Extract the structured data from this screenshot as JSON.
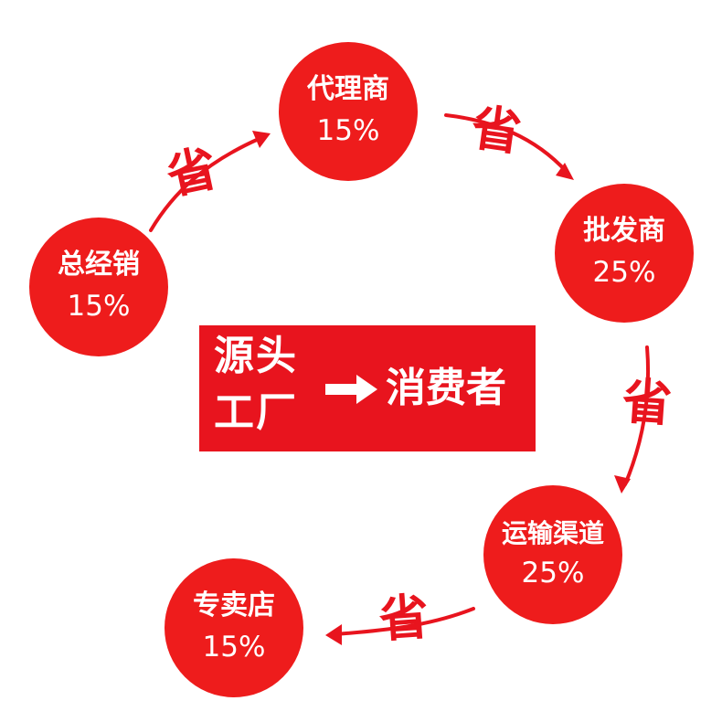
{
  "nodes": {
    "agent": {
      "label": "代理商",
      "pct": "15%"
    },
    "wholesaler": {
      "label": "批发商",
      "pct": "25%"
    },
    "transport": {
      "label": "运输渠道",
      "pct": "25%"
    },
    "store": {
      "label": "专卖店",
      "pct": "15%"
    },
    "distributor": {
      "label": "总经销",
      "pct": "15%"
    }
  },
  "save_label": "省",
  "center": {
    "source_line1": "源头",
    "source_line2": "工厂",
    "consumer": "消费者"
  },
  "colors": {
    "node_fill": "#ee1c1c",
    "accent": "#e8141e",
    "text_on_red": "#ffffff",
    "background": "#ffffff"
  }
}
